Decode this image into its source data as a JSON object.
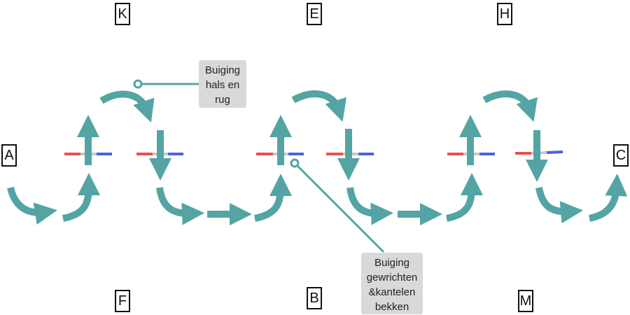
{
  "colors": {
    "arrow": "#55a4a4",
    "balance_left": "#e85050",
    "balance_center": "#c8c8c8",
    "balance_right": "#4a62e6",
    "callout_bg": "#d9d9d9"
  },
  "letters": {
    "top": [
      "K",
      "E",
      "H"
    ],
    "side_left": "A",
    "side_right": "C",
    "bottom": [
      "F",
      "B",
      "M"
    ]
  },
  "callouts": {
    "first": [
      "Buiging",
      "hals en",
      "rug"
    ],
    "second": [
      "Buiging",
      "gewrichten",
      "&kantelen",
      "bekken"
    ]
  },
  "icons": {
    "arrow": "teal-arrow-icon",
    "balance": "balance-bar-icon"
  }
}
